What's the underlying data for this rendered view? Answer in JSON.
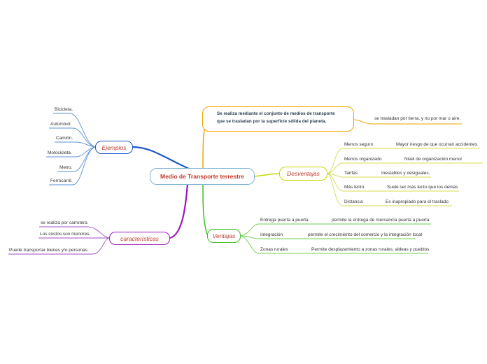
{
  "central": {
    "label": "Medio de Transporte terrestre"
  },
  "definition": {
    "line1": "Se realiza mediante el conjunto de medios de transporte",
    "line2": "que se trasladan por la superficie sólida del planeta.",
    "detail": "se trasladan por tierra, y no por mar  o aire."
  },
  "ejemplos": {
    "label": "Ejemplos",
    "items": [
      "Bicicleta.",
      "Automóvil.",
      "Camión.",
      "Motocicleta.",
      "Metro.",
      "Ferrocarril."
    ]
  },
  "caracteristicas": {
    "label": "características",
    "items": [
      "se realiza por carretera",
      "Los costos son menores",
      "Puede transportar bienes y/o personas"
    ]
  },
  "desventajas": {
    "label": "Desventajas",
    "items": [
      {
        "name": "Menos seguro",
        "detail": "Mayor riesgo de que ocurran accidentes."
      },
      {
        "name": "Menos organizado",
        "detail": "Nivel de organización  menor"
      },
      {
        "name": "Tarifas",
        "detail": "Inestables y desiguales."
      },
      {
        "name": "Más lento",
        "detail": "Suele ser más lento que los demás"
      },
      {
        "name": "Distancia",
        "detail": "Es inapropiado para el traslado"
      }
    ]
  },
  "ventajas": {
    "label": "Ventajas",
    "items": [
      {
        "name": "Entrega puerta a puerta",
        "detail": "permite la entrega de mercancía puerta a puerta"
      },
      {
        "name": "Integración",
        "detail": "permite el crecimiento del comercio y la integración local"
      },
      {
        "name": "Zonas rurales",
        "detail": "Permite desplazamiento a zonas rurales, aldeas y pueblos"
      }
    ]
  },
  "colors": {
    "central": "#7fb3d5",
    "ejemplos": "#1a56c8",
    "caracteristicas": "#9b19b8",
    "definition": "#f0a500",
    "desventajas": "#c9d600",
    "ventajas": "#40c020",
    "ejemplos_leaf": "#5b8fd6",
    "caracteristicas_leaf": "#a24fc0",
    "desventajas_leaf": "#d5dc52",
    "ventajas_leaf": "#6fd04e"
  }
}
